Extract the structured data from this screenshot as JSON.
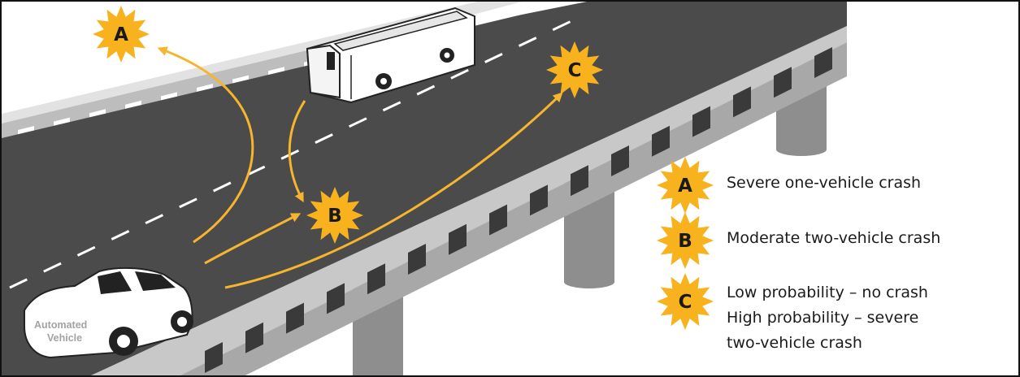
{
  "colors": {
    "star_fill": "#f7b21d",
    "arrow": "#f5b52e",
    "road": "#4b4b4b",
    "barrier": "#b5b5b5",
    "pillar": "#8e8e8e",
    "text": "#1b1b1b"
  },
  "scene": {
    "star_a_letter": "A",
    "star_b_letter": "B",
    "star_c_letter": "C",
    "vehicle_label_line1": "Automated",
    "vehicle_label_line2": "Vehicle"
  },
  "legend": {
    "items": [
      {
        "letter": "A",
        "lines": [
          "Severe one-vehicle crash"
        ]
      },
      {
        "letter": "B",
        "lines": [
          "Moderate two-vehicle crash"
        ]
      },
      {
        "letter": "C",
        "lines": [
          "Low probability – no crash",
          "High probability – severe",
          "two-vehicle crash"
        ]
      }
    ]
  }
}
